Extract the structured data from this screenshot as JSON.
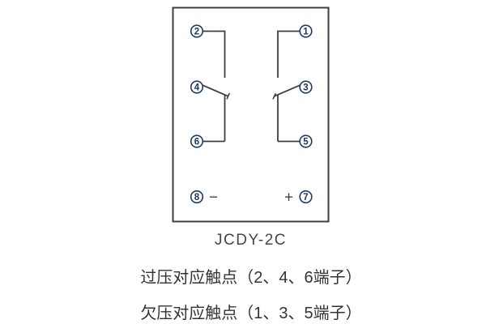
{
  "title": "JCDY-2C",
  "captions": {
    "overvoltage": "过压对应触点（2、4、6端子）",
    "undervoltage": "欠压对应触点（1、3、5端子）"
  },
  "diagram": {
    "terminals": {
      "t1": "1",
      "t2": "2",
      "t3": "3",
      "t4": "4",
      "t5": "5",
      "t6": "6",
      "t7": "7",
      "t8": "8"
    },
    "polarity": {
      "negative": "−",
      "positive": "+"
    },
    "colors": {
      "wire": "#3f3f3f",
      "terminal_ring": "#1e3a66",
      "terminal_digit": "#1c3460",
      "caption_text": "#333333",
      "title_text": "#4a4541"
    }
  }
}
